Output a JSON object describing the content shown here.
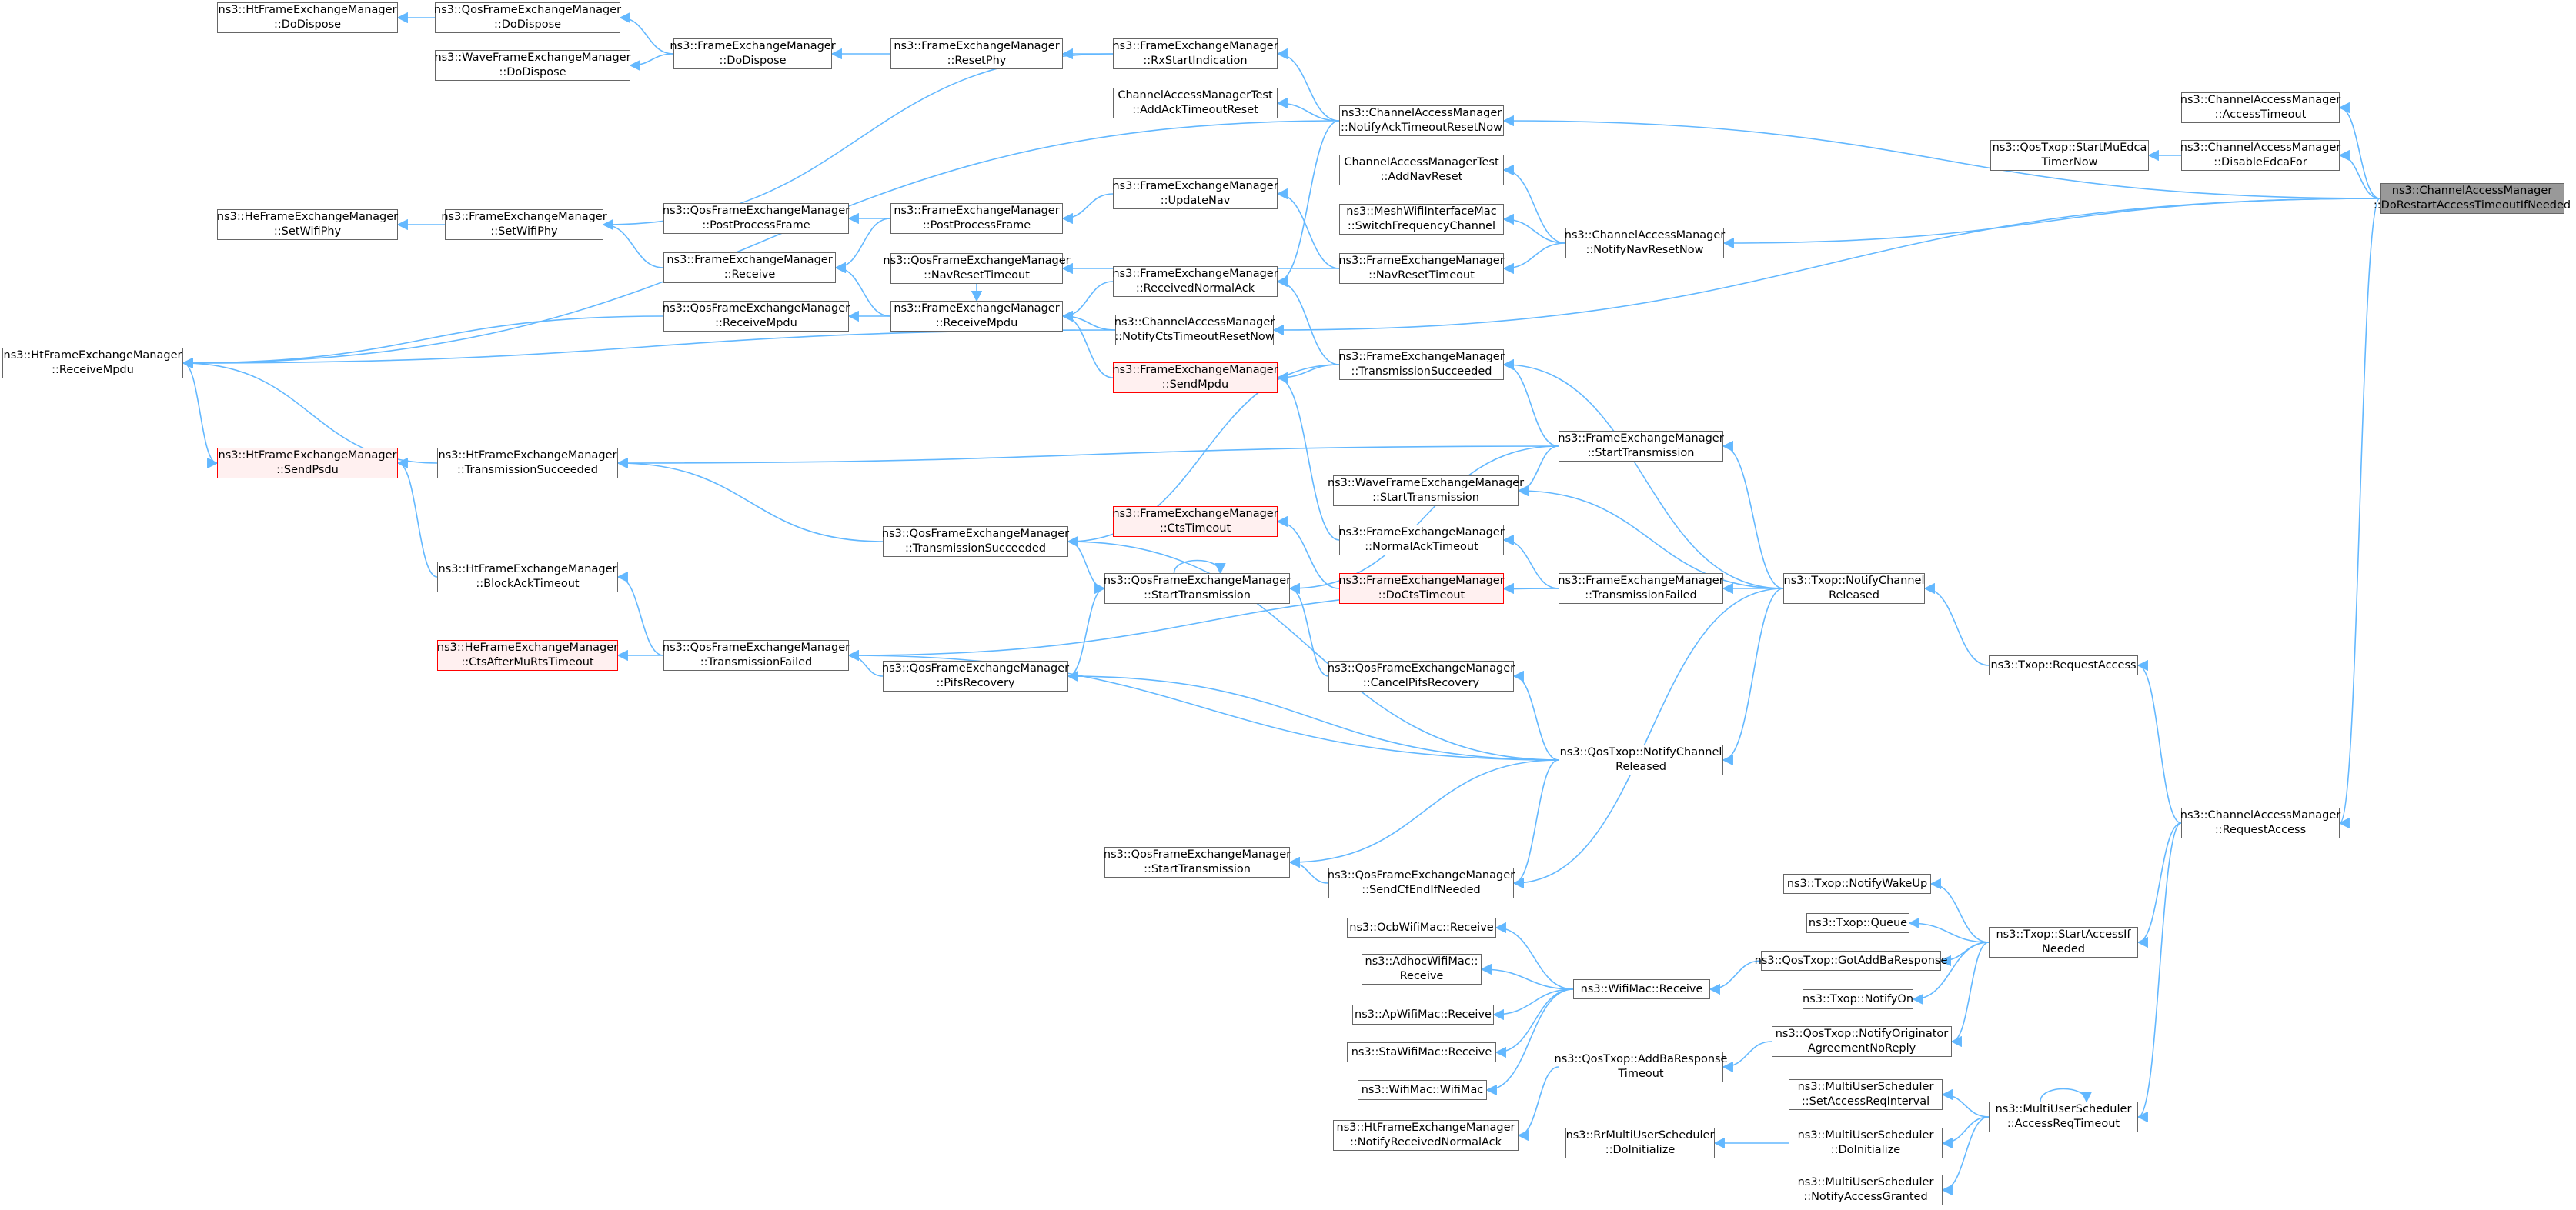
{
  "colors": {
    "edge": "#63b8ff",
    "node_border": "#666666",
    "node_bg": "#ffffff",
    "root_bg": "#999999",
    "red_border": "#ff0000",
    "red_bg": "#fff0f0"
  },
  "nodes": {
    "root": {
      "l1": "ns3::ChannelAccessManager",
      "l2": "::DoRestartAccessTimeoutIfNeeded"
    },
    "cam_access_timeout": {
      "l1": "ns3::ChannelAccessManager",
      "l2": "::AccessTimeout"
    },
    "cam_disable_edca": {
      "l1": "ns3::ChannelAccessManager",
      "l2": "::DisableEdcaFor"
    },
    "qos_start_muedca": {
      "l1": "ns3::QosTxop::StartMuEdca",
      "l2": "TimerNow"
    },
    "cam_notify_ack": {
      "l1": "ns3::ChannelAccessManager",
      "l2": "::NotifyAckTimeoutResetNow"
    },
    "cam_notify_nav": {
      "l1": "ns3::ChannelAccessManager",
      "l2": "::NotifyNavResetNow"
    },
    "cam_notify_cts": {
      "l1": "ns3::ChannelAccessManager",
      "l2": "::NotifyCtsTimeoutResetNow"
    },
    "cam_request_access": {
      "l1": "ns3::ChannelAccessManager",
      "l2": "::RequestAccess"
    },
    "ht_dodispose": {
      "l1": "ns3::HtFrameExchangeManager",
      "l2": "::DoDispose"
    },
    "qos_dodispose": {
      "l1": "ns3::QosFrameExchangeManager",
      "l2": "::DoDispose"
    },
    "wave_dodispose": {
      "l1": "ns3::WaveFrameExchangeManager",
      "l2": "::DoDispose"
    },
    "fem_dodispose": {
      "l1": "ns3::FrameExchangeManager",
      "l2": "::DoDispose"
    },
    "fem_resetphy": {
      "l1": "ns3::FrameExchangeManager",
      "l2": "::ResetPhy"
    },
    "fem_rxstart": {
      "l1": "ns3::FrameExchangeManager",
      "l2": "::RxStartIndication"
    },
    "camt_add_ack": {
      "l1": "ChannelAccessManagerTest",
      "l2": "::AddAckTimeoutReset"
    },
    "camt_add_nav": {
      "l1": "ChannelAccessManagerTest",
      "l2": "::AddNavReset"
    },
    "mesh_switch": {
      "l1": "ns3::MeshWifiInterfaceMac",
      "l2": "::SwitchFrequencyChannel"
    },
    "fem_updatenav": {
      "l1": "ns3::FrameExchangeManager",
      "l2": "::UpdateNav"
    },
    "fem_navreset": {
      "l1": "ns3::FrameExchangeManager",
      "l2": "::NavResetTimeout"
    },
    "qos_navreset": {
      "l1": "ns3::QosFrameExchangeManager",
      "l2": "::NavResetTimeout"
    },
    "qos_postprocess": {
      "l1": "ns3::QosFrameExchangeManager",
      "l2": "::PostProcessFrame"
    },
    "fem_postprocess": {
      "l1": "ns3::FrameExchangeManager",
      "l2": "::PostProcessFrame"
    },
    "he_setwifiphy": {
      "l1": "ns3::HeFrameExchangeManager",
      "l2": "::SetWifiPhy"
    },
    "fem_setwifiphy": {
      "l1": "ns3::FrameExchangeManager",
      "l2": "::SetWifiPhy"
    },
    "fem_receive": {
      "l1": "ns3::FrameExchangeManager",
      "l2": "::Receive"
    },
    "fem_recv_normal_ack": {
      "l1": "ns3::FrameExchangeManager",
      "l2": "::ReceivedNormalAck"
    },
    "qos_receivempdu": {
      "l1": "ns3::QosFrameExchangeManager",
      "l2": "::ReceiveMpdu"
    },
    "fem_receivempdu": {
      "l1": "ns3::FrameExchangeManager",
      "l2": "::ReceiveMpdu"
    },
    "ht_receivempdu": {
      "l1": "ns3::HtFrameExchangeManager",
      "l2": "::ReceiveMpdu"
    },
    "fem_sendmpdu": {
      "l1": "ns3::FrameExchangeManager",
      "l2": "::SendMpdu"
    },
    "fem_tx_succeeded": {
      "l1": "ns3::FrameExchangeManager",
      "l2": "::TransmissionSucceeded"
    },
    "ht_sendpsdu": {
      "l1": "ns3::HtFrameExchangeManager",
      "l2": "::SendPsdu"
    },
    "ht_tx_succeeded": {
      "l1": "ns3::HtFrameExchangeManager",
      "l2": "::TransmissionSucceeded"
    },
    "fem_start_tx": {
      "l1": "ns3::FrameExchangeManager",
      "l2": "::StartTransmission"
    },
    "wave_start_tx": {
      "l1": "ns3::WaveFrameExchangeManager",
      "l2": "::StartTransmission"
    },
    "qos_tx_succeeded": {
      "l1": "ns3::QosFrameExchangeManager",
      "l2": "::TransmissionSucceeded"
    },
    "fem_ctstimeout": {
      "l1": "ns3::FrameExchangeManager",
      "l2": "::CtsTimeout"
    },
    "fem_normalacktimeout": {
      "l1": "ns3::FrameExchangeManager",
      "l2": "::NormalAckTimeout"
    },
    "ht_blockacktimeout": {
      "l1": "ns3::HtFrameExchangeManager",
      "l2": "::BlockAckTimeout"
    },
    "qos_start_tx": {
      "l1": "ns3::QosFrameExchangeManager",
      "l2": "::StartTransmission"
    },
    "fem_doctstimeout": {
      "l1": "ns3::FrameExchangeManager",
      "l2": "::DoCtsTimeout"
    },
    "fem_tx_failed": {
      "l1": "ns3::FrameExchangeManager",
      "l2": "::TransmissionFailed"
    },
    "txop_notify_released": {
      "l1": "ns3::Txop::NotifyChannel",
      "l2": "Released"
    },
    "he_ctsaftermu": {
      "l1": "ns3::HeFrameExchangeManager",
      "l2": "::CtsAfterMuRtsTimeout"
    },
    "qos_tx_failed": {
      "l1": "ns3::QosFrameExchangeManager",
      "l2": "::TransmissionFailed"
    },
    "qos_pifsrecovery": {
      "l1": "ns3::QosFrameExchangeManager",
      "l2": "::PifsRecovery"
    },
    "qos_cancelpifs": {
      "l1": "ns3::QosFrameExchangeManager",
      "l2": "::CancelPifsRecovery"
    },
    "txop_request_access": {
      "l1": "ns3::Txop::RequestAccess",
      "l2": ""
    },
    "qostxop_notify_released": {
      "l1": "ns3::QosTxop::NotifyChannel",
      "l2": "Released"
    },
    "qos_start_tx2": {
      "l1": "ns3::QosFrameExchangeManager",
      "l2": "::StartTransmission"
    },
    "qos_sendcfend": {
      "l1": "ns3::QosFrameExchangeManager",
      "l2": "::SendCfEndIfNeeded"
    },
    "txop_notifywakeup": {
      "l1": "ns3::Txop::NotifyWakeUp",
      "l2": ""
    },
    "txop_queue": {
      "l1": "ns3::Txop::Queue",
      "l2": ""
    },
    "txop_start_access": {
      "l1": "ns3::Txop::StartAccessIf",
      "l2": "Needed"
    },
    "qostxop_gotaddba": {
      "l1": "ns3::QosTxop::GotAddBaResponse",
      "l2": ""
    },
    "txop_notifyon": {
      "l1": "ns3::Txop::NotifyOn",
      "l2": ""
    },
    "ocb_receive": {
      "l1": "ns3::OcbWifiMac::Receive",
      "l2": ""
    },
    "adhoc_receive": {
      "l1": "ns3::AdhocWifiMac::",
      "l2": "Receive"
    },
    "ap_receive": {
      "l1": "ns3::ApWifiMac::Receive",
      "l2": ""
    },
    "sta_receive": {
      "l1": "ns3::StaWifiMac::Receive",
      "l2": ""
    },
    "wifimac_wifimac": {
      "l1": "ns3::WifiMac::WifiMac",
      "l2": ""
    },
    "wifimac_receive": {
      "l1": "ns3::WifiMac::Receive",
      "l2": ""
    },
    "qostxop_notifyorig": {
      "l1": "ns3::QosTxop::NotifyOriginator",
      "l2": "AgreementNoReply"
    },
    "qostxop_addbatimeout": {
      "l1": "ns3::QosTxop::AddBaResponse",
      "l2": "Timeout"
    },
    "ht_notifyrecvnormalack": {
      "l1": "ns3::HtFrameExchangeManager",
      "l2": "::NotifyReceivedNormalAck"
    },
    "mus_setaccessreq": {
      "l1": "ns3::MultiUserScheduler",
      "l2": "::SetAccessReqInterval"
    },
    "mus_accessreqtimeout": {
      "l1": "ns3::MultiUserScheduler",
      "l2": "::AccessReqTimeout"
    },
    "rr_doinit": {
      "l1": "ns3::RrMultiUserScheduler",
      "l2": "::DoInitialize"
    },
    "mus_doinit": {
      "l1": "ns3::MultiUserScheduler",
      "l2": "::DoInitialize"
    },
    "mus_notifyaccess": {
      "l1": "ns3::MultiUserScheduler",
      "l2": "::NotifyAccessGranted"
    }
  }
}
